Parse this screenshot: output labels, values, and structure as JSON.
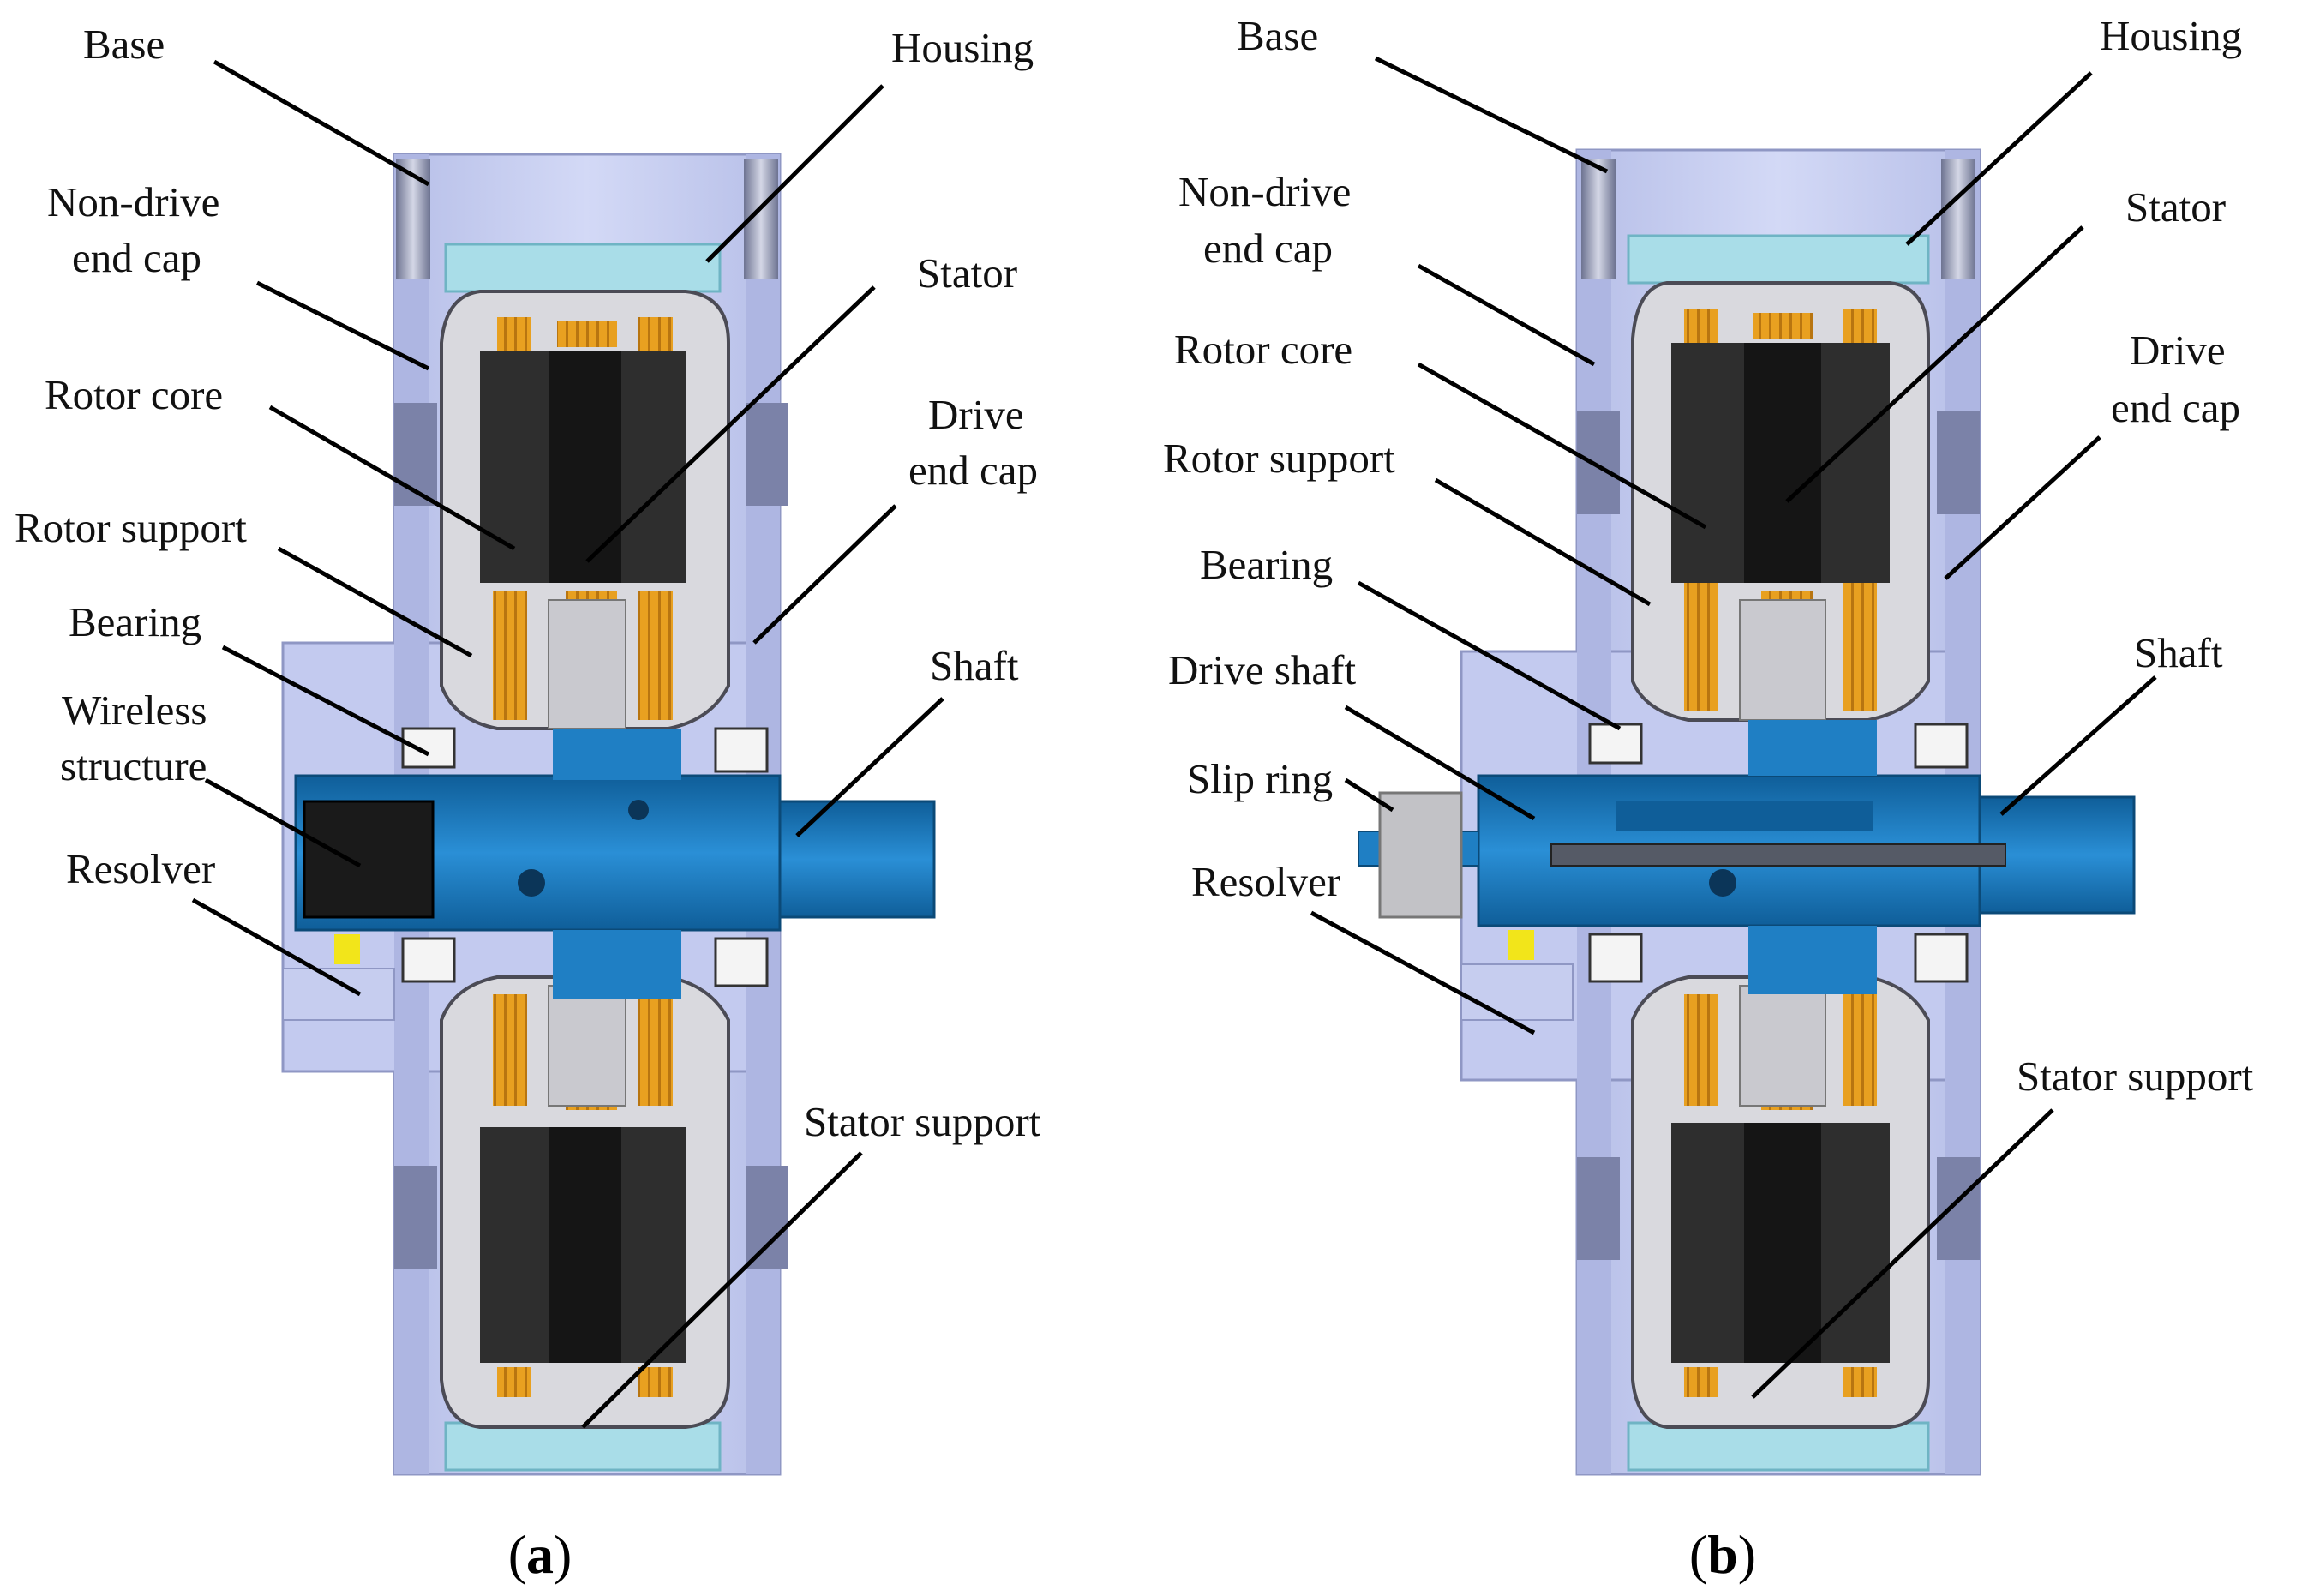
{
  "panels": [
    {
      "id": "a",
      "caption": "a",
      "labels": [
        {
          "text": "Base"
        },
        {
          "text": "Housing"
        },
        {
          "text": "Non-drive"
        },
        {
          "text": "end cap"
        },
        {
          "text": "Stator"
        },
        {
          "text": "Rotor core"
        },
        {
          "text": "Drive"
        },
        {
          "text": "end cap"
        },
        {
          "text": "Rotor support"
        },
        {
          "text": "Bearing"
        },
        {
          "text": "Shaft"
        },
        {
          "text": "Wireless"
        },
        {
          "text": "structure"
        },
        {
          "text": "Resolver"
        },
        {
          "text": "Stator support"
        }
      ]
    },
    {
      "id": "b",
      "caption": "b",
      "labels": [
        {
          "text": "Base"
        },
        {
          "text": "Housing"
        },
        {
          "text": "Non-drive"
        },
        {
          "text": "end cap"
        },
        {
          "text": "Stator"
        },
        {
          "text": "Rotor core"
        },
        {
          "text": "Drive"
        },
        {
          "text": "end cap"
        },
        {
          "text": "Rotor support"
        },
        {
          "text": "Bearing"
        },
        {
          "text": "Shaft"
        },
        {
          "text": "Drive shaft"
        },
        {
          "text": "Slip ring"
        },
        {
          "text": "Resolver"
        },
        {
          "text": "Stator support"
        }
      ]
    }
  ],
  "colors": {
    "housing": "#c8cff2",
    "housing_dark": "#9aa3cf",
    "end_cap": "#d9d9de",
    "stator_core": "#2e2e2e",
    "rotor_core": "#151515",
    "winding": "#e8a020",
    "shaft": "#1f7fc4",
    "shaft_dark": "#0f5e99",
    "cyan_part": "#a9dde8",
    "resolver": "#f2e51a",
    "bearing": "#f4f4f4"
  }
}
